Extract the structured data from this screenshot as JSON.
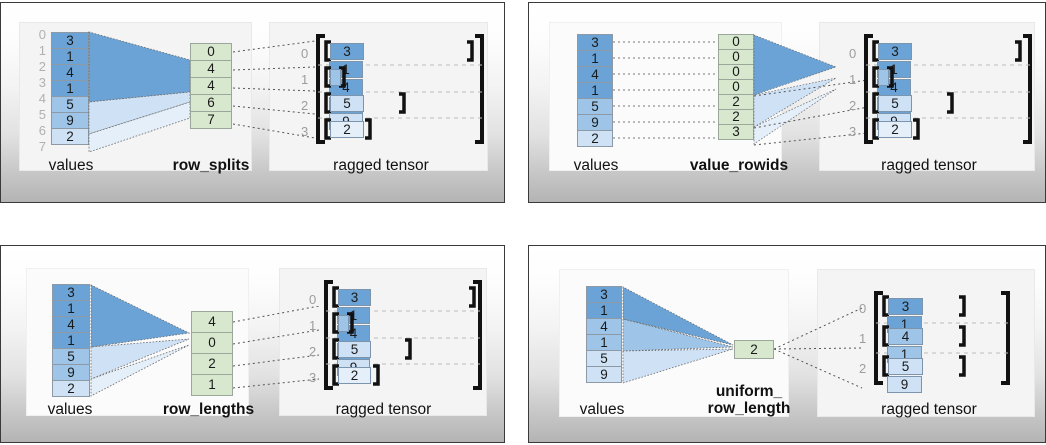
{
  "panels": [
    {
      "id": "row_splits",
      "values_label": "values",
      "encoding_label": "row_splits",
      "tensor_label": "ragged tensor",
      "values": [
        3,
        1,
        4,
        1,
        5,
        9,
        2
      ],
      "value_shades": [
        0,
        0,
        0,
        0,
        1,
        1,
        2
      ],
      "index_labels": [
        "0",
        "1",
        "2",
        "3",
        "4",
        "5",
        "6",
        "7"
      ],
      "encoding_values": [
        "0",
        "4",
        "4",
        "6",
        "7"
      ],
      "tensor_row_indices": [
        "0",
        "1",
        "2",
        "3"
      ],
      "tensor_rows": [
        [
          3,
          1,
          4,
          1
        ],
        [],
        [
          5,
          9
        ],
        [
          2
        ]
      ],
      "tensor_row_shades": [
        0,
        1,
        1,
        2
      ]
    },
    {
      "id": "value_rowids",
      "values_label": "values",
      "encoding_label": "value_rowids",
      "tensor_label": "ragged tensor",
      "values": [
        3,
        1,
        4,
        1,
        5,
        9,
        2
      ],
      "value_shades": [
        0,
        0,
        0,
        0,
        1,
        1,
        2
      ],
      "index_labels": [],
      "encoding_values": [
        "0",
        "0",
        "0",
        "0",
        "2",
        "2",
        "3"
      ],
      "tensor_row_indices": [
        "0",
        "1",
        "2",
        "3"
      ],
      "tensor_rows": [
        [
          3,
          1,
          4,
          1
        ],
        [],
        [
          5,
          9
        ],
        [
          2
        ]
      ],
      "tensor_row_shades": [
        0,
        1,
        1,
        2
      ]
    },
    {
      "id": "row_lengths",
      "values_label": "values",
      "encoding_label": "row_lengths",
      "tensor_label": "ragged tensor",
      "values": [
        3,
        1,
        4,
        1,
        5,
        9,
        2
      ],
      "value_shades": [
        0,
        0,
        0,
        0,
        1,
        1,
        2
      ],
      "index_labels": [],
      "encoding_values": [
        "4",
        "0",
        "2",
        "1"
      ],
      "tensor_row_indices": [
        "0",
        "1",
        "2",
        "3"
      ],
      "tensor_rows": [
        [
          3,
          1,
          4,
          1
        ],
        [],
        [
          5,
          9
        ],
        [
          2
        ]
      ],
      "tensor_row_shades": [
        0,
        1,
        1,
        2
      ]
    },
    {
      "id": "uniform_row_length",
      "values_label": "values",
      "encoding_label": "uniform_\nrow_length",
      "tensor_label": "ragged tensor",
      "values": [
        3,
        1,
        4,
        1,
        5,
        9
      ],
      "value_shades": [
        0,
        0,
        1,
        1,
        2,
        2
      ],
      "index_labels": [],
      "encoding_values": [
        "2"
      ],
      "tensor_row_indices": [
        "0",
        "1",
        "2"
      ],
      "tensor_rows": [
        [
          3,
          1
        ],
        [
          4,
          1
        ],
        [
          5,
          9
        ]
      ],
      "tensor_row_shades": [
        0,
        1,
        2
      ]
    }
  ],
  "colors": {
    "shade_0": "#6ba3d6",
    "shade_1": "#9ec5e8",
    "shade_2": "#cfe2f5",
    "shade_3": "#e4effa",
    "green_cell": "#d8e8ce",
    "panel_border": "#3a3a3a",
    "bracket": "#111111",
    "index_text": "#b0b0b0"
  }
}
